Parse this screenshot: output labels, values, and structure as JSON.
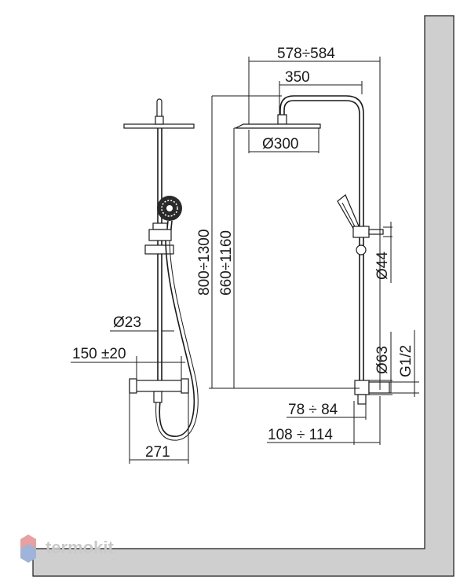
{
  "dimensions": {
    "width_overall": "578÷584",
    "arm_reach": "350",
    "head_diameter": "Ø300",
    "height_adjust": "800÷1300",
    "height_head": "660÷1160",
    "hand_holder_diameter": "Ø44",
    "body_diameter": "Ø63",
    "thread": "G1/2",
    "offset_small": "78 ÷ 84",
    "offset_large": "108 ÷ 114",
    "pipe_diameter": "Ø23",
    "centres": "150 ±20",
    "mixer_width": "271"
  },
  "brand": {
    "name": "termokit",
    "logo_icon": "hexagon-logo-icon",
    "colors": [
      "#e8a0a0",
      "#9fb4d8"
    ]
  }
}
